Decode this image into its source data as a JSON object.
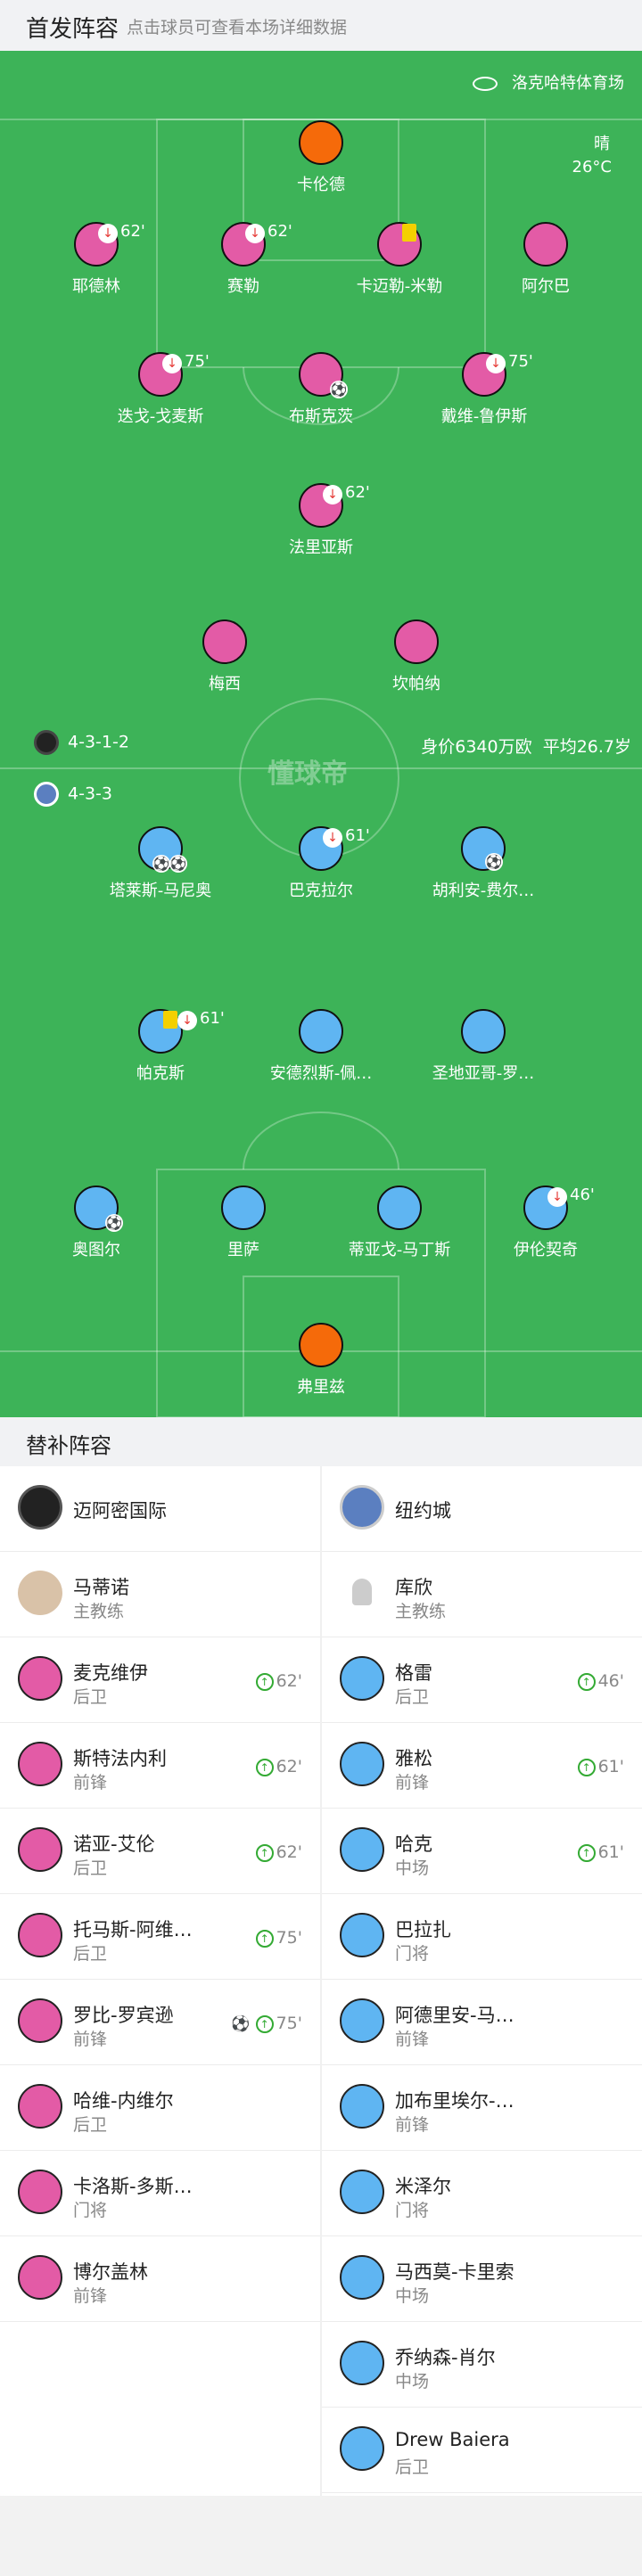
{
  "header": {
    "title": "首发阵容",
    "hint": "点击球员可查看本场详细数据"
  },
  "pitch": {
    "stadium": "洛克哈特体育场",
    "weather": "晴",
    "temperature": "26°C",
    "watermark": "懂球帝",
    "home_formation": "4-3-1-2",
    "away_formation": "4-3-3",
    "squad_value": "身价6340万欧",
    "avg_age": "平均26.7岁",
    "colors": {
      "home": "#e35ba6",
      "away": "#5fb5f2",
      "keeper": "#f56a0a",
      "pitch": "#3db358"
    }
  },
  "home_players": [
    {
      "name": "卡伦德",
      "kit": "keeper"
    },
    {
      "name": "耶德林",
      "sub_out": "62'"
    },
    {
      "name": "赛勒",
      "sub_out": "62'"
    },
    {
      "name": "卡迈勒-米勒",
      "yellow": true
    },
    {
      "name": "阿尔巴"
    },
    {
      "name": "迭戈-戈麦斯",
      "sub_out": "75'"
    },
    {
      "name": "布斯克茨",
      "ball": true
    },
    {
      "name": "戴维-鲁伊斯",
      "sub_out": "75'"
    },
    {
      "name": "法里亚斯",
      "sub_out": "62'"
    },
    {
      "name": "梅西"
    },
    {
      "name": "坎帕纳"
    }
  ],
  "away_players": [
    {
      "name": "塔莱斯-马尼奥",
      "balls": 2
    },
    {
      "name": "巴克拉尔",
      "sub_out": "61'"
    },
    {
      "name": "胡利安-费尔…",
      "goal": true
    },
    {
      "name": "帕克斯",
      "yellow": true,
      "sub_out": "61'"
    },
    {
      "name": "安德烈斯-佩…"
    },
    {
      "name": "圣地亚哥-罗…"
    },
    {
      "name": "奥图尔",
      "ball": true
    },
    {
      "name": "里萨"
    },
    {
      "name": "蒂亚戈-马丁斯"
    },
    {
      "name": "伊伦契奇",
      "sub_out": "46'"
    },
    {
      "name": "弗里兹",
      "kit": "keeper"
    }
  ],
  "subs_header": "替补阵容",
  "home_team": {
    "name": "迈阿密国际",
    "logo_icon": "inter-miami-logo-icon"
  },
  "away_team": {
    "name": "纽约城",
    "logo_icon": "nycfc-logo-icon"
  },
  "home_coach": {
    "name": "马蒂诺",
    "role": "主教练"
  },
  "away_coach": {
    "name": "库欣",
    "role": "主教练"
  },
  "home_subs": [
    {
      "name": "麦克维伊",
      "pos": "后卫",
      "sub_in": "62'"
    },
    {
      "name": "斯特法内利",
      "pos": "前锋",
      "sub_in": "62'"
    },
    {
      "name": "诺亚-艾伦",
      "pos": "后卫",
      "sub_in": "62'"
    },
    {
      "name": "托马斯-阿维…",
      "pos": "后卫",
      "sub_in": "75'"
    },
    {
      "name": "罗比-罗宾逊",
      "pos": "前锋",
      "sub_in": "75'",
      "goal": true
    },
    {
      "name": "哈维-内维尔",
      "pos": "后卫"
    },
    {
      "name": "卡洛斯-多斯…",
      "pos": "门将"
    },
    {
      "name": "博尔盖林",
      "pos": "前锋"
    }
  ],
  "away_subs": [
    {
      "name": "格雷",
      "pos": "后卫",
      "sub_in": "46'"
    },
    {
      "name": "雅松",
      "pos": "前锋",
      "sub_in": "61'"
    },
    {
      "name": "哈克",
      "pos": "中场",
      "sub_in": "61'"
    },
    {
      "name": "巴拉扎",
      "pos": "门将"
    },
    {
      "name": "阿德里安-马…",
      "pos": "前锋"
    },
    {
      "name": "加布里埃尔-…",
      "pos": "前锋"
    },
    {
      "name": "米泽尔",
      "pos": "门将"
    },
    {
      "name": "马西莫-卡里索",
      "pos": "中场"
    },
    {
      "name": "乔纳森-肖尔",
      "pos": "中场"
    },
    {
      "name": "Drew Baiera",
      "pos": "后卫"
    }
  ]
}
